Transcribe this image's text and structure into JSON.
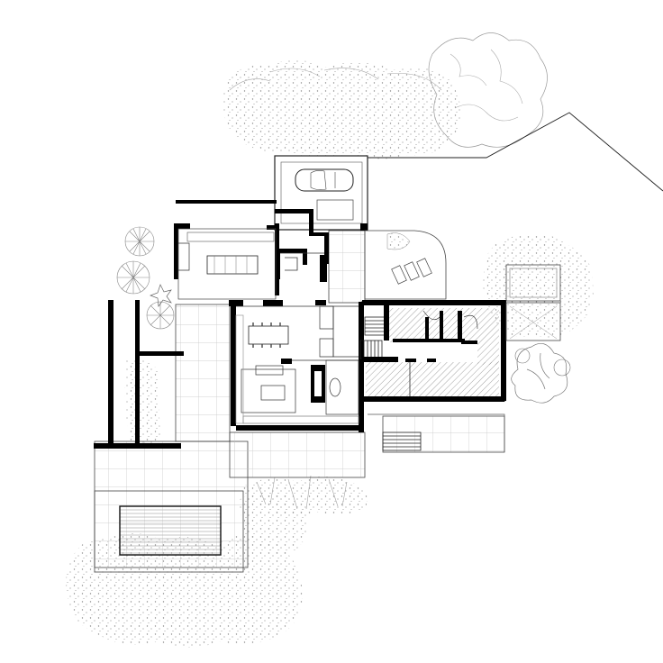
{
  "drawing": {
    "type": "architectural site floor plan",
    "labels": []
  },
  "colors": {
    "background": "#ffffff",
    "wall": "#000000",
    "line": "#333333",
    "vegetation": "#9a9a9a",
    "hatch": "#7a7a7a",
    "grid": "#b8b8b8"
  },
  "elements": {
    "foliage-icon": "vegetation stipple",
    "car-icon": "parked car",
    "tree-icon": "tree canopy",
    "pool": "swimming pool",
    "stairs-icon": "steps"
  }
}
